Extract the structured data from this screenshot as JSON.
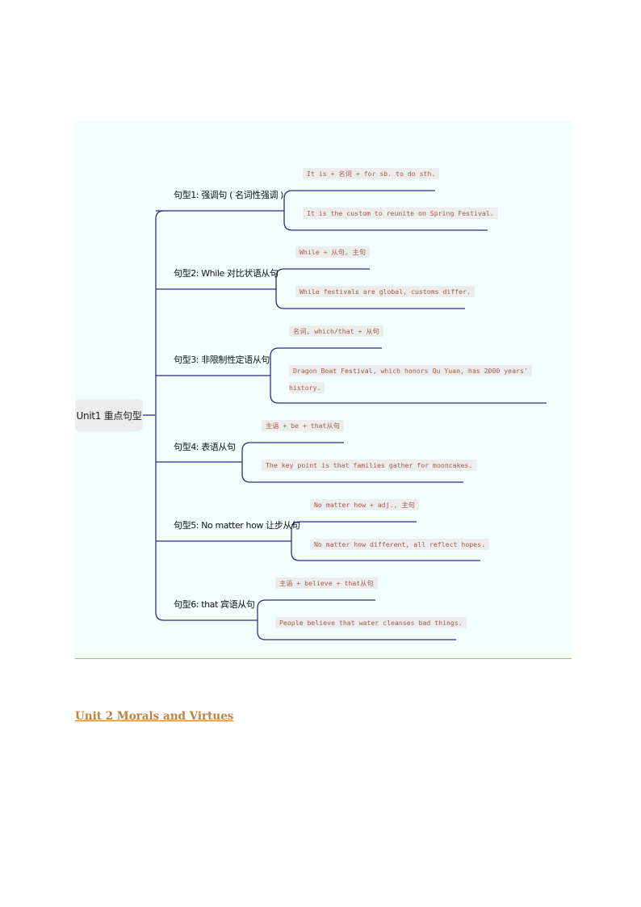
{
  "mindmap": {
    "root": "Unit1 重点句型",
    "branches": [
      {
        "label": "句型1: 强调句 ( 名词性强调 )",
        "pattern": "It is + 名词 + for sb. to do sth.",
        "example": "It is the custom to reunite on Spring Festival."
      },
      {
        "label": "句型2: While 对比状语从句",
        "pattern": "While + 从句, 主句",
        "example": "While festivals are global, customs differ."
      },
      {
        "label": "句型3: 非限制性定语从句",
        "pattern": "名词, which/that + 从句",
        "example": "Dragon Boat Festival, which honors Qu Yuan, has 2000 years'",
        "example_cont": "history."
      },
      {
        "label": "句型4: 表语从句",
        "pattern": "主语 + be + that从句",
        "example": "The key point is that families gather for mooncakes."
      },
      {
        "label": "句型5: No matter how 让步从句",
        "pattern": "No matter how + adj., 主句",
        "example": "No matter how different, all reflect hopes."
      },
      {
        "label": "句型6: that 宾语从句",
        "pattern": "主语 + believe + that从句",
        "example": "People believe that water cleanses bad things."
      }
    ]
  },
  "section_heading": "Unit 2 Morals and Virtues",
  "colors": {
    "line": "#2b2f7e",
    "code_text": "#a35a48",
    "chip": "#ececec",
    "heading": "#c4803a",
    "panel": "#f2fdfd"
  }
}
